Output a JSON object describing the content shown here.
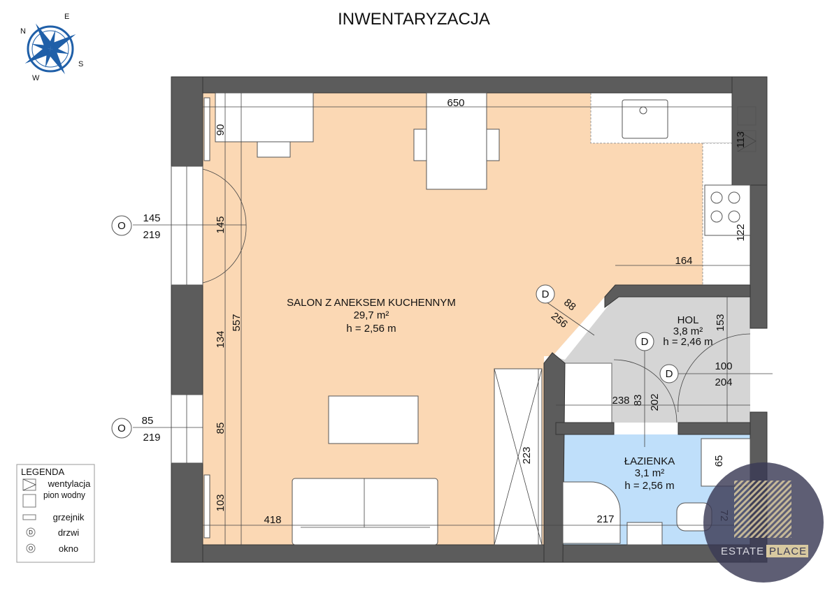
{
  "title": "INWENTARYZACJA",
  "compass": {
    "labels": [
      "N",
      "E",
      "S",
      "W"
    ],
    "color": "#1f5fa8"
  },
  "rooms": [
    {
      "name": "SALON Z ANEKSEM KUCHENNYM",
      "area": "29,7 m²",
      "height": "h = 2,56 m",
      "color": "#fbd8b4"
    },
    {
      "name": "HOL",
      "area": "3,8 m²",
      "height": "h = 2,46 m",
      "color": "#d5d5d5"
    },
    {
      "name": "ŁAZIENKA",
      "area": "3,1 m²",
      "height": "h = 2,56 m",
      "color": "#bfdffa"
    }
  ],
  "dimensions": [
    "650",
    "90",
    "113",
    "122",
    "164",
    "145",
    "557",
    "134",
    "85",
    "103",
    "418",
    "223",
    "88",
    "256",
    "153",
    "238",
    "83",
    "202",
    "100",
    "204",
    "217",
    "65",
    "72"
  ],
  "window_tags": [
    {
      "symbol": "O",
      "width": "145",
      "height": "219"
    },
    {
      "symbol": "O",
      "width": "85",
      "height": "219"
    }
  ],
  "door_tags": [
    "D",
    "D",
    "D"
  ],
  "legend": {
    "title": "LEGENDA",
    "items": [
      "wentylacja",
      "pion wodny",
      "grzejnik",
      "drzwi",
      "okno"
    ],
    "symbols": [
      "D",
      "O"
    ]
  },
  "logo": {
    "text_left": "ESTATE",
    "text_right": "PLACE",
    "bg": "#3b3b55",
    "accent": "#d8c9a0"
  }
}
